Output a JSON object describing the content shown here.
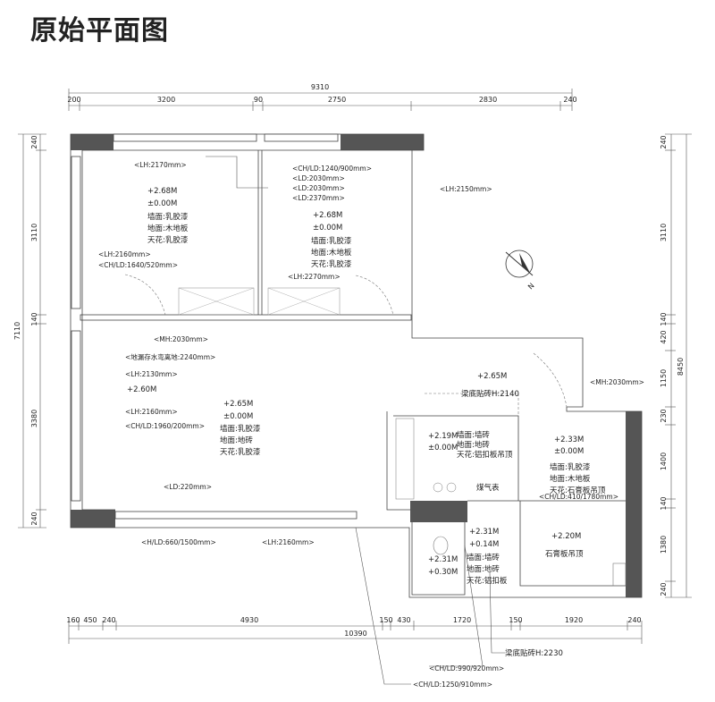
{
  "title": "原始平面图",
  "dims_top": {
    "total": "9310",
    "segments": [
      "200",
      "3200",
      "90",
      "2750",
      "2830",
      "240"
    ]
  },
  "dims_bottom": {
    "total": "10390",
    "segments": [
      "160",
      "450",
      "240",
      "4930",
      "150",
      "430",
      "1720",
      "150",
      "1920",
      "240"
    ]
  },
  "dims_left": {
    "total": "7110",
    "segments": [
      "240",
      "3110",
      "140",
      "3380",
      "240"
    ]
  },
  "dims_right": {
    "total": "8450",
    "segments": [
      "240",
      "3110",
      "140",
      "420",
      "1150",
      "230",
      "1400",
      "140",
      "1380",
      "240"
    ]
  },
  "north_label": "N",
  "labels": {
    "lh2170": "<LH:2170mm>",
    "chld1240": "<CH/LD:1240/900mm>",
    "ld2030a": "<LD:2030mm>",
    "ld2030b": "<LD:2030mm>",
    "ld2370": "<LD:2370mm>",
    "lh2150": "<LH:2150mm>",
    "lh2160a": "<LH:2160mm>",
    "chld1640": "<CH/LD:1640/520mm>",
    "lh2270": "<LH:2270mm>",
    "mh2030a": "<MH:2030mm>",
    "drain": "<地漏存水弯离地:2240mm>",
    "lh2130": "<LH:2130mm>",
    "lh2160b": "<LH:2160mm>",
    "chld1960": "<CH/LD:1960/200mm>",
    "ld220": "<LD:220mm>",
    "hld660": "<H/LD:660/1500mm>",
    "lh2160c": "<LH:2160mm>",
    "mh2030b": "<MH:2030mm>",
    "beam2140": "梁底贴砖H:2140",
    "gasmeter": "煤气表",
    "chld410": "<CH/LD:410/1780mm>",
    "beam2230": "梁底贴砖H:2230",
    "chld990": "<CH/LD:990/920mm>",
    "chld1250": "<CH/LD:1250/910mm>"
  },
  "rooms": {
    "bedroom1": {
      "h1": "+2.68M",
      "h2": "±0.00M",
      "wall": "墙面:乳胶漆",
      "floor": "地面:木地板",
      "ceiling": "天花:乳胶漆"
    },
    "bedroom2": {
      "h1": "+2.68M",
      "h2": "±0.00M",
      "wall": "墙面:乳胶漆",
      "floor": "地面:木地板",
      "ceiling": "天花:乳胶漆"
    },
    "living": {
      "h1": "+2.65M",
      "h2": "±0.00M",
      "wall": "墙面:乳胶漆",
      "floor": "地面:地砖",
      "ceiling": "天花:乳胶漆"
    },
    "living_side": {
      "h1": "+2.60M"
    },
    "hall": {
      "h1": "+2.65M"
    },
    "kitchen": {
      "h1": "+2.19M",
      "h2": "±0.00M",
      "wall": "墙面:墙砖",
      "floor": "地面:地砖",
      "ceiling": "天花:铝扣板吊顶"
    },
    "bedroom3": {
      "h1": "+2.33M",
      "h2": "±0.00M",
      "wall": "墙面:乳胶漆",
      "floor": "地面:木地板",
      "ceiling": "天花:石膏板吊顶"
    },
    "bathroom": {
      "h1": "+2.31M",
      "h2": "+0.14M",
      "wall": "墙面:墙砖",
      "floor": "地面:地砖",
      "ceiling": "天花:铝扣板"
    },
    "bath_small": {
      "h1": "+2.31M",
      "h2": "+0.30M"
    },
    "balcony": {
      "h1": "+2.20M",
      "ceiling": "石膏板吊顶"
    }
  }
}
